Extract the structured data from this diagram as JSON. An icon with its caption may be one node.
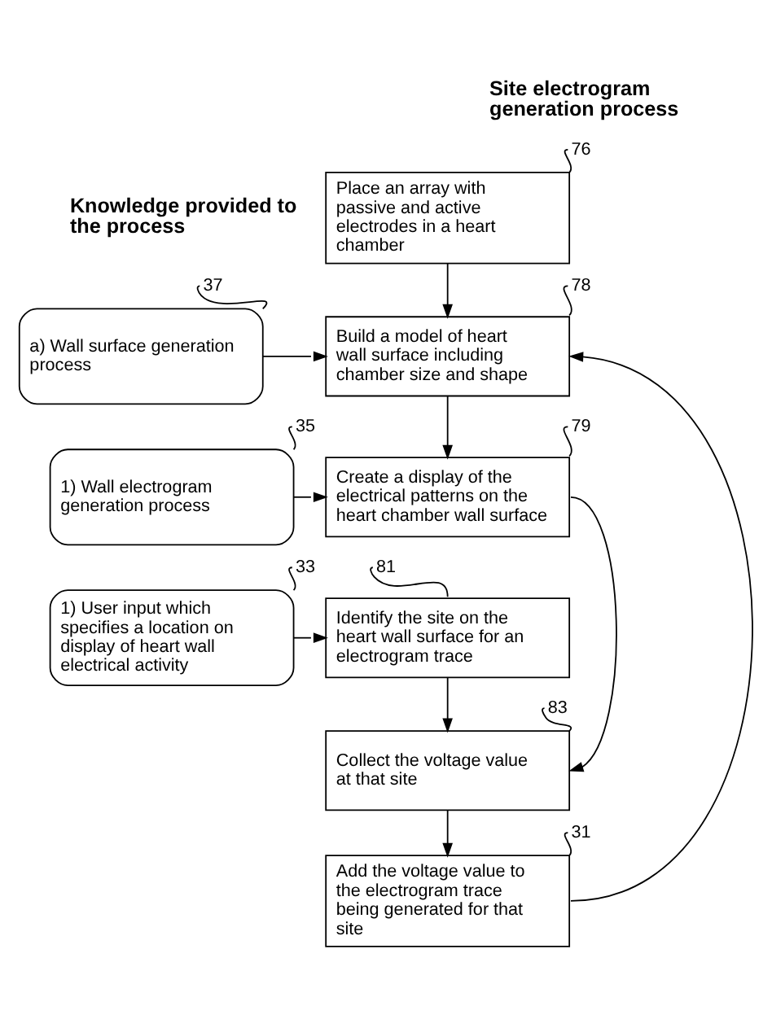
{
  "diagram": {
    "nodes": [
      {
        "text": [
          "Place an array with passive and active electrodes in a heart chamber"
        ]
      },
      {
        "text": [
          "76"
        ]
      },
      {
        "text": [
          "a) Wall surface generation process"
        ]
      },
      {
        "text": [
          "37"
        ]
      },
      {
        "text": [
          "Build a model of heart wall surface including chamber size and shape"
        ]
      },
      {
        "text": [
          "78"
        ]
      },
      {
        "text": [
          "1) Wall electrogram generation process"
        ]
      },
      {
        "text": [
          "35"
        ]
      },
      {
        "text": [
          "Create a display of the electrical patterns on the heart chamber wall surface"
        ]
      },
      {
        "text": [
          "79"
        ]
      },
      {
        "text": [
          "1) User input which specifies a location on display of heart wall electrical activity"
        ]
      },
      {
        "text": [
          "33"
        ]
      },
      {
        "text": [
          "81"
        ]
      },
      {
        "text": [
          "Identify the site on the heart wall surface for an electrogram trace"
        ]
      },
      {
        "text": [
          "Collect the voltage value at that site"
        ]
      },
      {
        "text": [
          "83"
        ]
      },
      {
        "text": [
          "Add the voltage value to the electrogram trace being generated for that site"
        ]
      },
      {
        "text": [
          "31"
        ]
      }
    ],
    "edges": [
      {
        "from": 0,
        "to": 4,
        "arrow": "to"
      },
      {
        "from": 2,
        "to": 4,
        "arrow": "to"
      },
      {
        "from": 4,
        "to": 8,
        "arrow": "to"
      },
      {
        "from": 6,
        "to": 8,
        "arrow": "to"
      },
      {
        "from": 10,
        "to": 13,
        "arrow": "to"
      },
      {
        "from": 13,
        "to": 14,
        "arrow": "to"
      },
      {
        "from": 8,
        "to": 14,
        "arrow": "to"
      },
      {
        "from": 14,
        "to": 16,
        "arrow": "to"
      },
      {
        "from": 16,
        "to": 4,
        "arrow": "to"
      },
      {
        "from": 1,
        "to": 0,
        "arrow": "none"
      },
      {
        "from": 3,
        "to": 2,
        "arrow": "none"
      },
      {
        "from": 5,
        "to": 4,
        "arrow": "none"
      },
      {
        "from": 7,
        "to": 6,
        "arrow": "none"
      },
      {
        "from": 9,
        "to": 8,
        "arrow": "none"
      },
      {
        "from": 11,
        "to": 10,
        "arrow": "none"
      },
      {
        "from": 12,
        "to": 13,
        "arrow": "none"
      },
      {
        "from": 15,
        "to": 14,
        "arrow": "none"
      },
      {
        "from": 17,
        "to": 16,
        "arrow": "none"
      }
    ],
    "labels": [
      "Site electrogram generation process",
      "Knowledge provided to the process"
    ]
  }
}
